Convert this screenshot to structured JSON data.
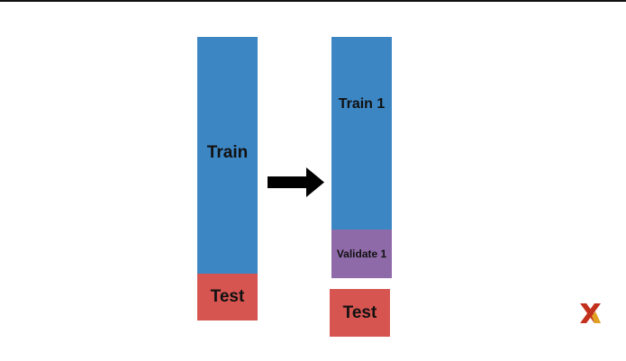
{
  "diagram": {
    "left_stack": {
      "train_label": "Train",
      "test_label": "Test"
    },
    "right_stack": {
      "train_label": "Train 1",
      "validate_label": "Validate 1",
      "test_label": "Test"
    }
  },
  "colors": {
    "train": "#3d86c4",
    "test": "#d65550",
    "validate": "#8f6aa8",
    "arrow": "#000000",
    "logo_primary": "#c2311b",
    "logo_accent": "#e0a020"
  },
  "icons": {
    "arrow": "right-arrow-icon",
    "logo": "x-logo-icon"
  }
}
